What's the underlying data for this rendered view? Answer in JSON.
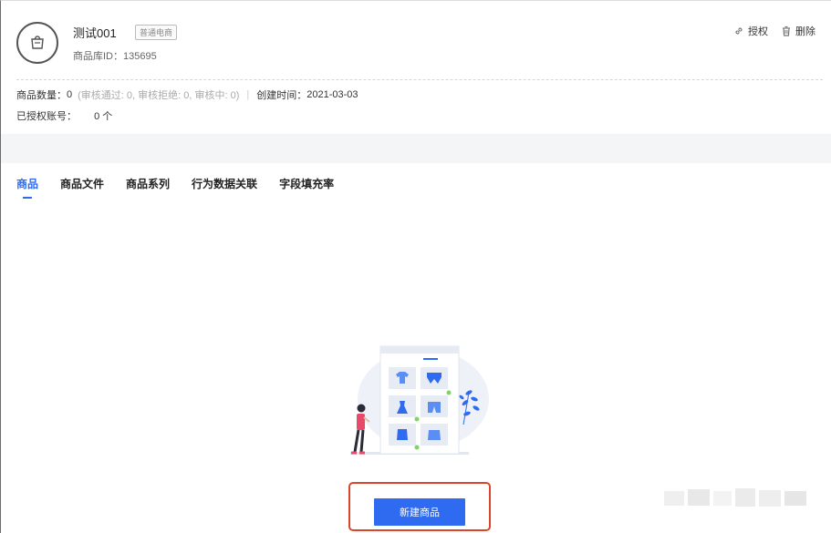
{
  "library": {
    "name": "测试001",
    "type_tag": "普通电商",
    "id_label": "商品库ID：135695"
  },
  "actions": {
    "authorize": "授权",
    "delete": "删除"
  },
  "stats": {
    "product_count_label": "商品数量：",
    "product_count_value": "0",
    "review_breakdown": "(审核通过: 0, 审核拒绝: 0, 审核中: 0)",
    "separator": "|",
    "created_label": "创建时间：",
    "created_value": "2021-03-03",
    "authorized_label": "已授权账号：",
    "authorized_value": "0 个"
  },
  "tabs": [
    {
      "label": "商品",
      "active": true
    },
    {
      "label": "商品文件",
      "active": false
    },
    {
      "label": "商品系列",
      "active": false
    },
    {
      "label": "行为数据关联",
      "active": false
    },
    {
      "label": "字段填充率",
      "active": false
    }
  ],
  "empty_state": {
    "illustration": "shop-display-illustration",
    "create_button": "新建商品"
  },
  "colors": {
    "accent": "#2f6bf0",
    "highlight_border": "#d9462b",
    "band_bg": "#f4f5f7"
  }
}
